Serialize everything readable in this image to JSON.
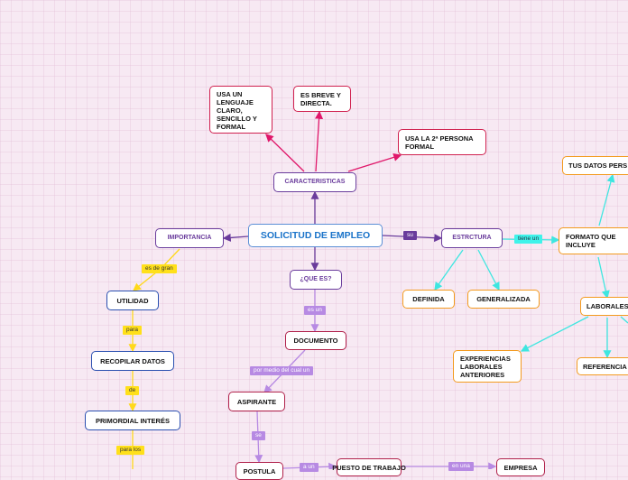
{
  "title": "SOLICITUD DE EMPLEO",
  "nodes": {
    "caracteristicas": "CARACTERISTICAS",
    "lenguaje": "USA UN LENGUAJE CLARO, SENCILLO Y FORMAL",
    "breve": "ES BREVE Y DIRECTA.",
    "persona": "USA LA 2ª PERSONA FORMAL",
    "importancia": "IMPORTANCIA",
    "utilidad": "UTILIDAD",
    "recopilar": "RECOPILAR DATOS",
    "primordial": "PRIMORDIAL INTERÉS",
    "que_es": "¿QUE ES?",
    "documento": "DOCUMENTO",
    "aspirante": "ASPIRANTE",
    "postula": "POSTULA",
    "puesto": "PUESTO DE TRABAJO",
    "empresa": "EMPRESA",
    "estructura": "ESTRCTURA",
    "definida": "DEFINIDA",
    "generalizada": "GENERALIZADA",
    "formato": "FORMATO QUE INCLUYE",
    "tus_datos": "TUS DATOS PERS",
    "laborales": "LABORALES",
    "experiencias": "EXPERIENCIAS LABORALES ANTERIORES",
    "referencias": "REFERENCIA"
  },
  "labels": {
    "su": "su",
    "es_de_gran": "es de gran",
    "para": "para",
    "de": "de",
    "para_los": "para los",
    "es_un": "es un",
    "por_medio": "por medio del cual un",
    "se": "se",
    "a_un": "a un",
    "en_una": "en una",
    "tiene_un": "tiene un"
  },
  "colors": {
    "purple": "#6a3c9c",
    "red": "#d0204f",
    "yellow": "#f2b818",
    "cyan": "#3ff3ea",
    "main": "#1a73c9"
  }
}
